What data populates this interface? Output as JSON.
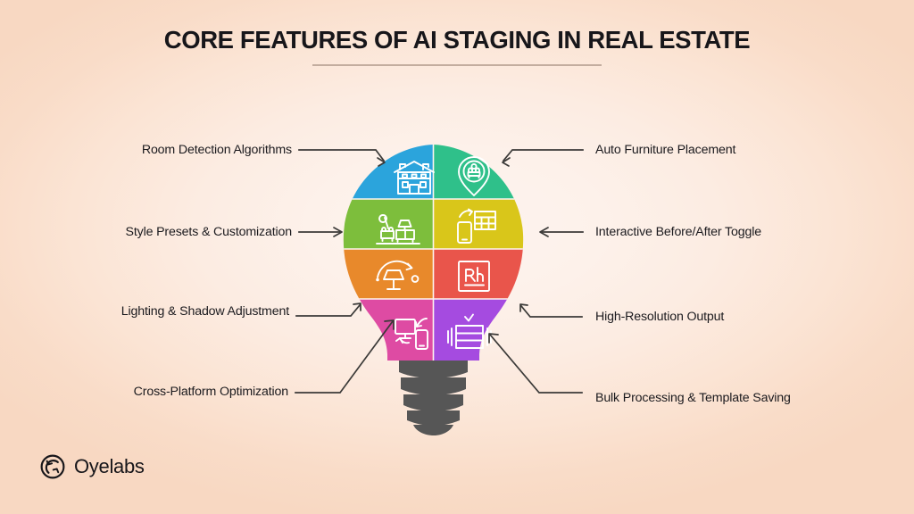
{
  "header": {
    "title": "CORE FEATURES OF AI STAGING IN REAL ESTATE"
  },
  "brand": {
    "name": "Oyelabs",
    "logo_icon": "oyelabs-swirl-icon"
  },
  "theme": {
    "background_outer": "#f8d8c2",
    "background_inner": "#fdf4ef",
    "title_color": "#17161a",
    "rule_color": "#b9a294",
    "connector_color": "#3b3a38",
    "bulb_base_color": "#565656",
    "icon_color": "#ffffff"
  },
  "diagram": {
    "type": "lightbulb-segmented-infographic",
    "shape": "light-bulb",
    "segment_count": 8,
    "segments": [
      {
        "id": "room-detection-algorithms",
        "label": "Room Detection Algorithms",
        "side": "left",
        "row": 1,
        "color": "#2ba4dc",
        "icon": "house-building-icon"
      },
      {
        "id": "auto-furniture-placement",
        "label": "Auto Furniture Placement",
        "side": "right",
        "row": 1,
        "color": "#2fc08a",
        "icon": "location-pin-sofa-icon"
      },
      {
        "id": "style-presets-customization",
        "label": "Style Presets & Customization",
        "side": "left",
        "row": 2,
        "color": "#7dbe3c",
        "icon": "living-room-furniture-icon"
      },
      {
        "id": "interactive-before-after-toggle",
        "label": "Interactive Before/After Toggle",
        "side": "right",
        "row": 2,
        "color": "#d9c61a",
        "icon": "device-swap-grid-icon"
      },
      {
        "id": "lighting-shadow-adjustment",
        "label": "Lighting & Shadow Adjustment",
        "side": "left",
        "row": 3,
        "color": "#e8892b",
        "icon": "lamp-shadow-arc-icon"
      },
      {
        "id": "high-resolution-output",
        "label": "High-Resolution Output",
        "side": "right",
        "row": 3,
        "color": "#e9554b",
        "icon": "resolution-rh-badge-icon"
      },
      {
        "id": "cross-platform-optimization",
        "label": "Cross-Platform Optimization",
        "side": "left",
        "row": 4,
        "color": "#de4ba3",
        "icon": "monitor-mobile-sync-icon"
      },
      {
        "id": "bulk-processing-template-saving",
        "label": "Bulk Processing & Template Saving",
        "side": "right",
        "row": 4,
        "color": "#a54be0",
        "icon": "stacked-templates-check-icon"
      }
    ]
  }
}
